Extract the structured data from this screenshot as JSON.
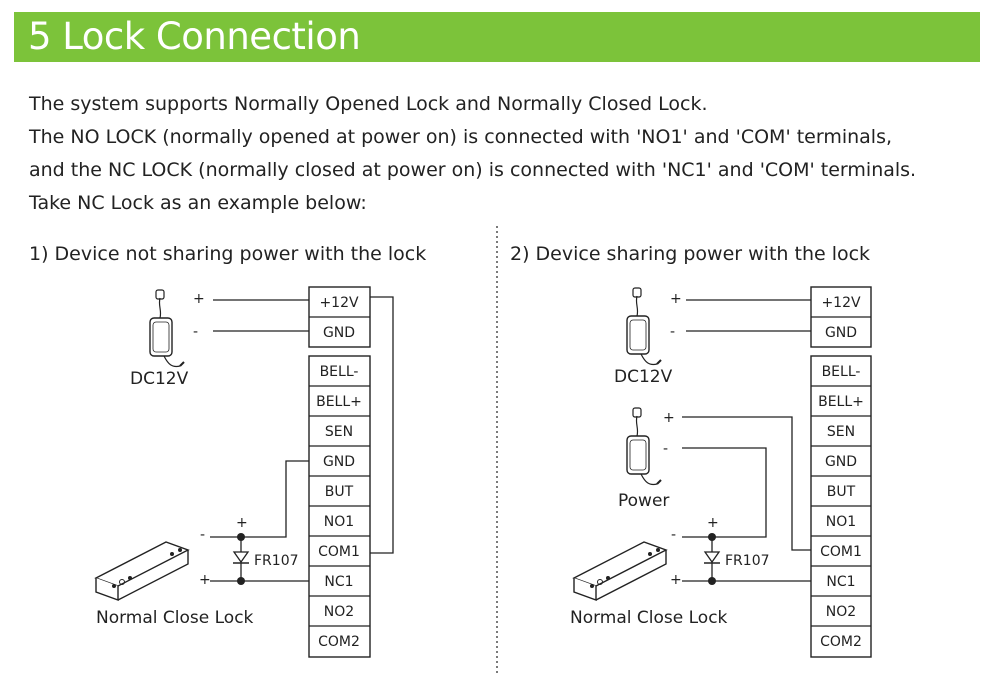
{
  "header": {
    "title": "5 Lock Connection",
    "color": "#7cc33a"
  },
  "intro": {
    "lines": [
      "The system supports Normally Opened Lock  and  Normally Closed Lock.",
      "The NO LOCK (normally opened at power on) is connected with 'NO1' and 'COM' terminals,",
      "and the NC LOCK (normally closed at power on) is connected with 'NC1' and 'COM' terminals.",
      "Take NC Lock as an example below:"
    ]
  },
  "diagrams": [
    {
      "heading": "1) Device not sharing power with the lock",
      "power_label": "DC12V",
      "diode_label": "FR107",
      "lock_label": "Normal Close Lock",
      "polarity": {
        "plus": "+",
        "minus": "-"
      },
      "terminals_top": [
        "+12V",
        "GND"
      ],
      "terminals_bottom": [
        "BELL-",
        "BELL+",
        "SEN",
        "GND",
        "BUT",
        "NO1",
        "COM1",
        "NC1",
        "NO2",
        "COM2"
      ]
    },
    {
      "heading": "2) Device sharing power with the lock",
      "power_label": "DC12V",
      "second_power_label": "Power",
      "diode_label": "FR107",
      "lock_label": "Normal Close Lock",
      "polarity": {
        "plus": "+",
        "minus": "-"
      },
      "terminals_top": [
        "+12V",
        "GND"
      ],
      "terminals_bottom": [
        "BELL-",
        "BELL+",
        "SEN",
        "GND",
        "BUT",
        "NO1",
        "COM1",
        "NC1",
        "NO2",
        "COM2"
      ]
    }
  ]
}
